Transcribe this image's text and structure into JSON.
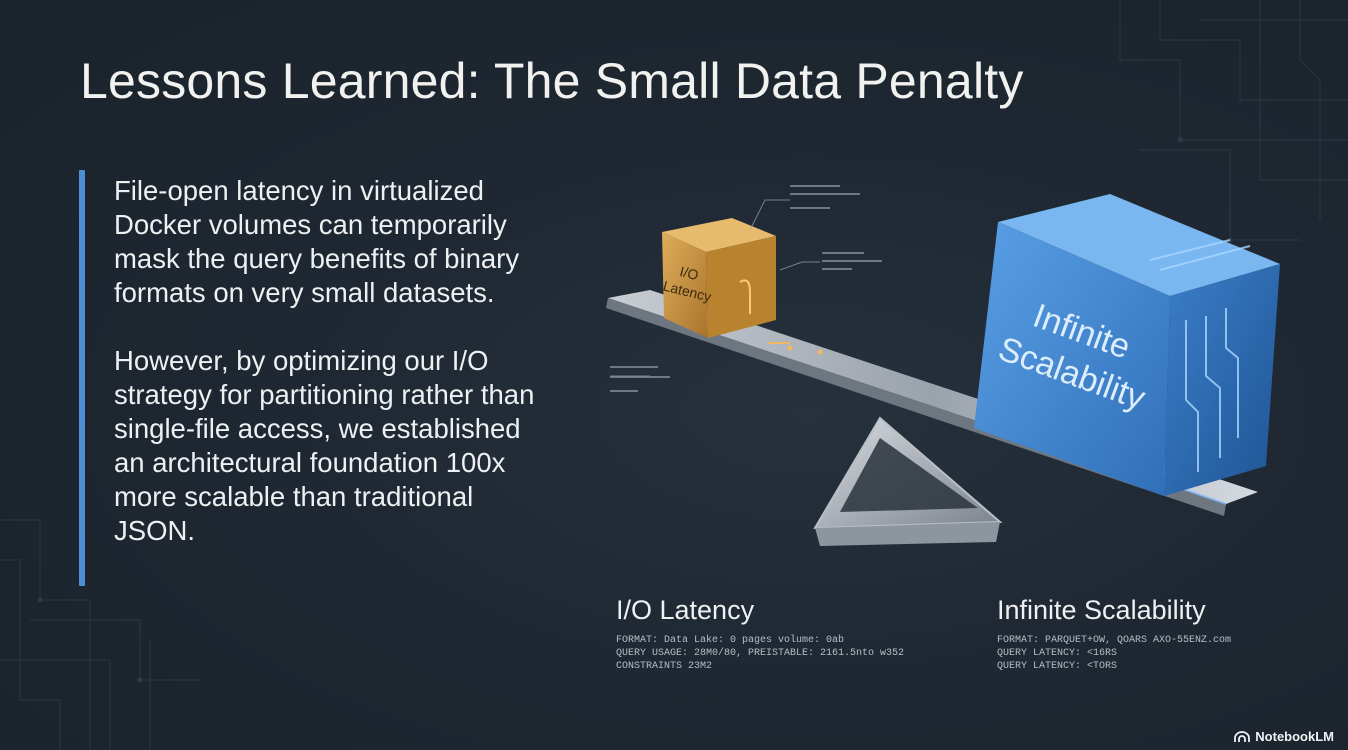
{
  "slide": {
    "title": "Lessons Learned: The Small Data Penalty",
    "paragraphs": [
      "File-open latency in virtualized Docker volumes can temporarily mask the query benefits of binary formats on very small datasets.",
      "However, by optimizing our I/O strategy for partitioning rather than single-file access, we established an architectural foundation 100x more scalable than traditional JSON."
    ],
    "accent_color": "#4c8fd6"
  },
  "illustration": {
    "small_cube_label_line1": "I/O",
    "small_cube_label_line2": "Latency",
    "big_cube_label_line1": "Infinite",
    "big_cube_label_line2": "Scalability",
    "small_cube_color": "#c9903a",
    "big_cube_color": "#3f86cf"
  },
  "labels": {
    "left": {
      "title": "I/O Latency",
      "lines": [
        "FORMAT: Data Lake: 0 pages volume: 0ab",
        "QUERY USAGE: 28M0/80, PREISTABLE: 2161.5nto w352",
        "CONSTRAINTS 23M2"
      ]
    },
    "right": {
      "title": "Infinite Scalability",
      "lines": [
        "FORMAT: PARQUET+OW, QOARS AXO-55ENZ.com",
        "QUERY LATENCY: <16RS",
        "QUERY LATENCY: <TORS"
      ]
    }
  },
  "brand": {
    "name": "NotebookLM",
    "icon": "notebooklm-logo-icon"
  }
}
